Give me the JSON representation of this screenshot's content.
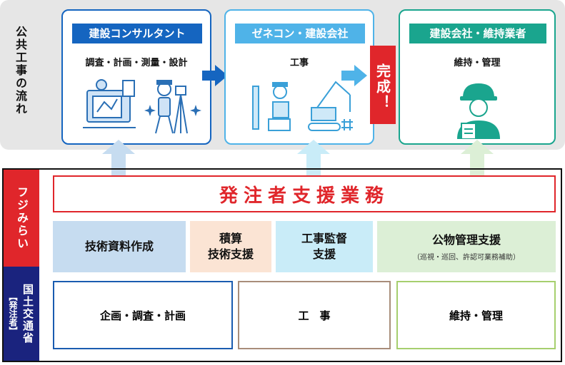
{
  "flow_label": "公共工事の流れ",
  "stages": [
    {
      "header": "建設コンサルタント",
      "work": "調査・計画・測量・設計",
      "color": "#1565c0"
    },
    {
      "header": "ゼネコン・建設会社",
      "work": "工事",
      "color": "#4fb3e8"
    },
    {
      "header": "建設会社・維持業者",
      "work": "維持・管理",
      "color": "#1aa58e"
    }
  ],
  "complete_label": "完成！",
  "fujimirai_label": "フジみらい",
  "support_title": "発注者支援業務",
  "support_items": [
    {
      "line1": "技術資料作成",
      "line2": "",
      "note": ""
    },
    {
      "line1": "積算",
      "line2": "技術支援",
      "note": ""
    },
    {
      "line1": "工事監督",
      "line2": "支援",
      "note": ""
    },
    {
      "line1": "公物管理支援",
      "line2": "",
      "note": "（巡視・巡回、許認可業務補助）"
    }
  ],
  "mlit_label": "国土交通省",
  "mlit_sub": "【発注者】",
  "bottom_items": [
    "企画・調査・計画",
    "工　事",
    "維持・管理"
  ],
  "colors": {
    "red": "#e0262b",
    "navy": "#1a237e",
    "blue": "#1565c0",
    "light_blue": "#4fb3e8",
    "green": "#1aa58e"
  }
}
